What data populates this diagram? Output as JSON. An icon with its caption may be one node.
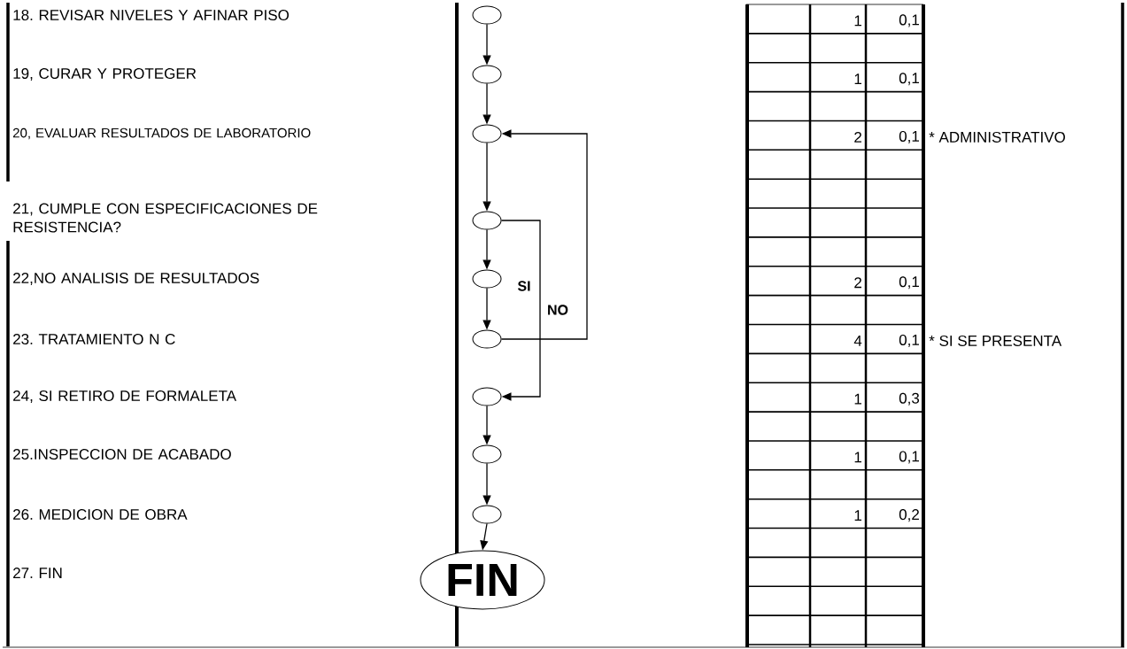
{
  "diagram": {
    "nodes": [
      {
        "text": [],
        "shape": "ellipse"
      },
      {
        "text": [],
        "shape": "ellipse"
      },
      {
        "text": [],
        "shape": "ellipse"
      },
      {
        "text": [],
        "shape": "ellipse"
      },
      {
        "text": [],
        "shape": "ellipse"
      },
      {
        "text": [],
        "shape": "ellipse"
      },
      {
        "text": [],
        "shape": "ellipse"
      },
      {
        "text": [],
        "shape": "ellipse"
      },
      {
        "text": [],
        "shape": "ellipse"
      },
      {
        "text": [
          "FIN"
        ]
      }
    ],
    "edges": [
      {
        "from": 0,
        "to": 1,
        "arrow": "to"
      },
      {
        "from": 1,
        "to": 2,
        "arrow": "to"
      },
      {
        "from": 2,
        "to": 3,
        "arrow": "to"
      },
      {
        "from": 3,
        "to": 4,
        "arrow": "to"
      },
      {
        "from": 4,
        "to": 5,
        "arrow": "to"
      },
      {
        "from": 5,
        "to": 2,
        "arrow": "to",
        "label": "NO"
      },
      {
        "from": 3,
        "to": 6,
        "arrow": "to",
        "label": "SI"
      },
      {
        "from": 6,
        "to": 7,
        "arrow": "to"
      },
      {
        "from": 7,
        "to": 8,
        "arrow": "to"
      },
      {
        "from": 8,
        "to": 9,
        "arrow": "to"
      }
    ],
    "labels": [
      "18. REVISAR NIVELES Y AFINAR PISO",
      "19, CURAR Y PROTEGER",
      "20, EVALUAR RESULTADOS DE LABORATORIO",
      "21, CUMPLE CON ESPECIFICACIONES DE RESISTENCIA?",
      "22,NO ANALISIS DE RESULTADOS",
      "23. TRATAMIENTO N C",
      "24, SI RETIRO DE FORMALETA",
      "25.INSPECCION DE ACABADO",
      "26. MEDICION DE OBRA",
      "27. FIN",
      "1",
      "0,1",
      "1",
      "0,1",
      "2",
      "0,1",
      "* ADMINISTRATIVO",
      "2",
      "0,1",
      "4",
      "0,1",
      "* SI SE PRESENTA",
      "1",
      "0,3",
      "1",
      "0,1",
      "1",
      "0,2"
    ]
  }
}
